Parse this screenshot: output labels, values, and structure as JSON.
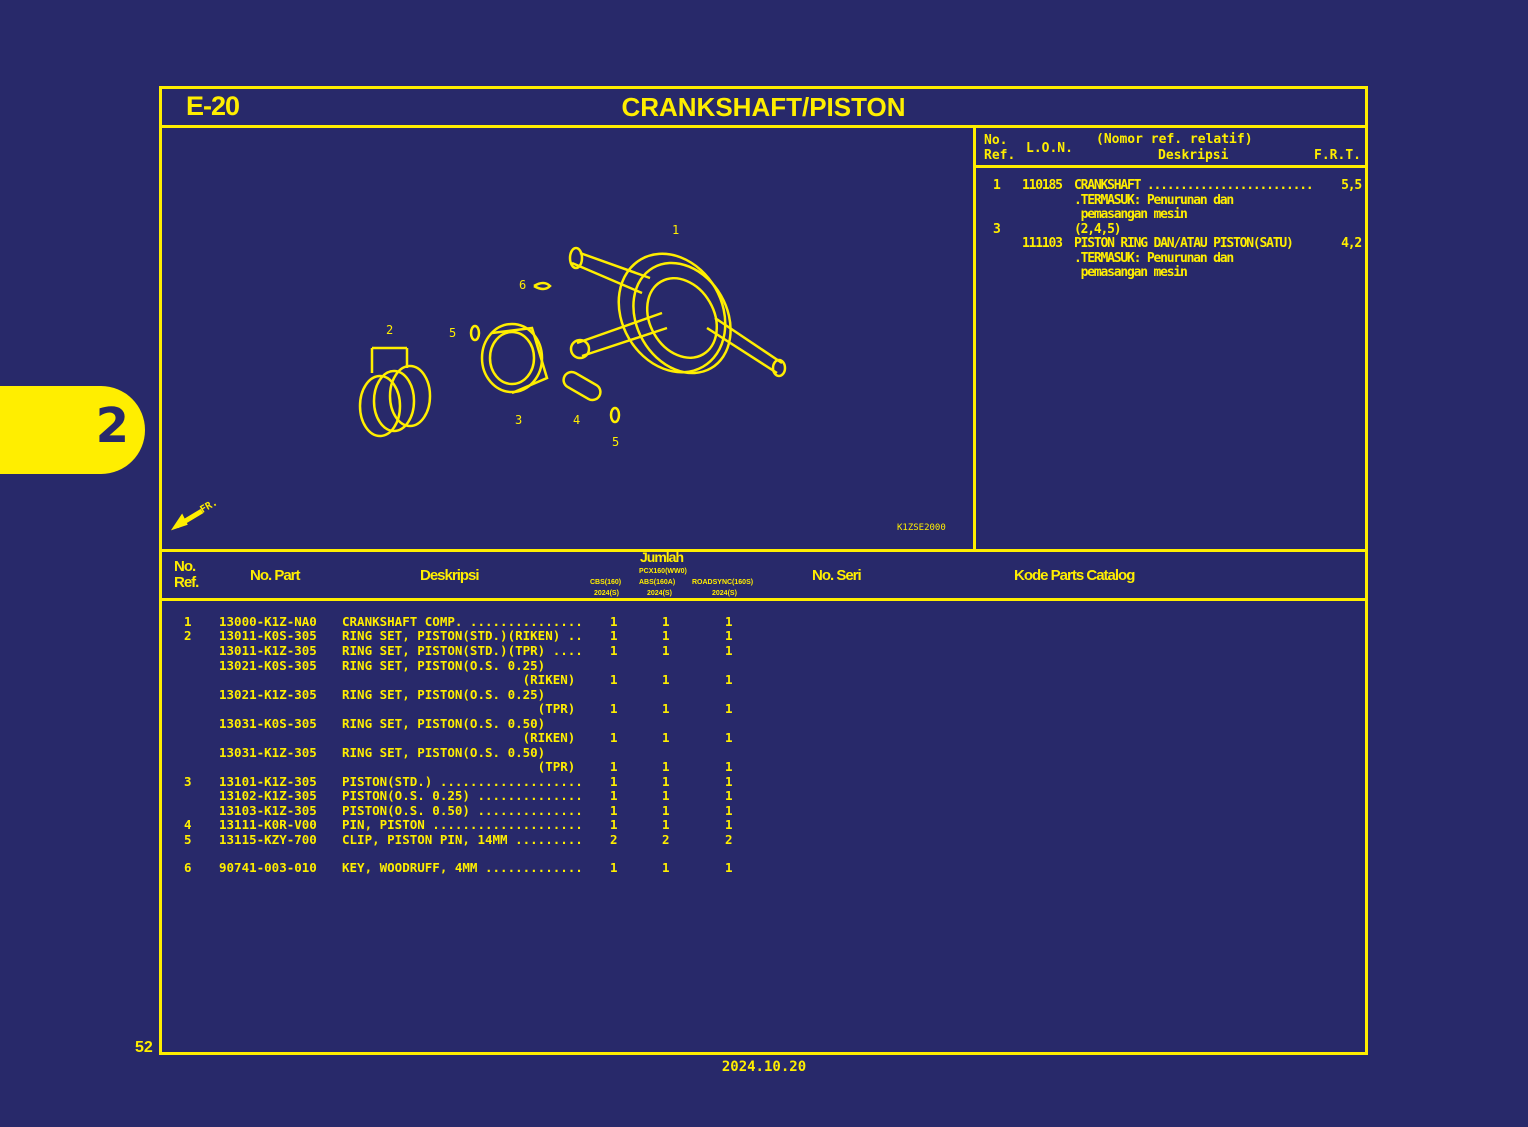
{
  "section": {
    "code": "E-20",
    "title": "CRANKSHAFT/PISTON",
    "tab": "2",
    "page": "52",
    "date": "2024.10.20"
  },
  "diagram": {
    "figure_code": "K1ZSE2000",
    "fr_label": "FR.",
    "callouts": [
      "1",
      "2",
      "3",
      "4",
      "5",
      "5",
      "6"
    ]
  },
  "frt": {
    "headers": {
      "ref": "No.\nRef.",
      "lon": "L.O.N.",
      "relative": "(Nomor ref. relatif)",
      "desc": "Deskripsi",
      "frt": "F.R.T."
    },
    "lines": [
      {
        "ref": "1",
        "lon": "110185",
        "desc": "CRANKSHAFT ......................... ",
        "frt": "5,5"
      },
      {
        "ref": "",
        "lon": "",
        "desc": ".TERMASUK: Penurunan dan",
        "frt": ""
      },
      {
        "ref": "",
        "lon": "",
        "desc": " pemasangan mesin",
        "frt": ""
      },
      {
        "ref": "3",
        "lon": "",
        "desc": "(2,4,5)",
        "frt": ""
      },
      {
        "ref": "",
        "lon": "111103",
        "desc": "PISTON RING DAN/ATAU PISTON(SATU)",
        "frt": "4,2"
      },
      {
        "ref": "",
        "lon": "",
        "desc": ".TERMASUK: Penurunan dan",
        "frt": ""
      },
      {
        "ref": "",
        "lon": "",
        "desc": " pemasangan mesin",
        "frt": ""
      }
    ]
  },
  "table": {
    "headers": {
      "ref": "No.\nRef.",
      "part": "No. Part",
      "desc": "Deskripsi",
      "qty": "Jumlah",
      "serial": "No. Seri",
      "catalog": "Kode Parts Catalog",
      "models": [
        {
          "top": "",
          "name": "CBS(160)",
          "year": "2024(S)"
        },
        {
          "top": "PCX160(WW0)",
          "name": "ABS(160A)",
          "year": "2024(S)"
        },
        {
          "top": "",
          "name": "ROADSYNC(160S)",
          "year": "2024(S)"
        }
      ]
    },
    "rows": [
      {
        "ref": "1",
        "part": "13000-K1Z-NA0",
        "desc": "CRANKSHAFT COMP. ...............",
        "q": [
          "1",
          "1",
          "1"
        ]
      },
      {
        "ref": "2",
        "part": "13011-K0S-305",
        "desc": "RING SET, PISTON(STD.)(RIKEN) ..",
        "q": [
          "1",
          "1",
          "1"
        ]
      },
      {
        "ref": "",
        "part": "13011-K1Z-305",
        "desc": "RING SET, PISTON(STD.)(TPR) ....",
        "q": [
          "1",
          "1",
          "1"
        ]
      },
      {
        "ref": "",
        "part": "13021-K0S-305",
        "desc": "RING SET, PISTON(O.S. 0.25)",
        "q": [
          "",
          "",
          ""
        ]
      },
      {
        "ref": "",
        "part": "",
        "desc": "                        (RIKEN)",
        "q": [
          "1",
          "1",
          "1"
        ]
      },
      {
        "ref": "",
        "part": "13021-K1Z-305",
        "desc": "RING SET, PISTON(O.S. 0.25)",
        "q": [
          "",
          "",
          ""
        ]
      },
      {
        "ref": "",
        "part": "",
        "desc": "                          (TPR)",
        "q": [
          "1",
          "1",
          "1"
        ]
      },
      {
        "ref": "",
        "part": "13031-K0S-305",
        "desc": "RING SET, PISTON(O.S. 0.50)",
        "q": [
          "",
          "",
          ""
        ]
      },
      {
        "ref": "",
        "part": "",
        "desc": "                        (RIKEN)",
        "q": [
          "1",
          "1",
          "1"
        ]
      },
      {
        "ref": "",
        "part": "13031-K1Z-305",
        "desc": "RING SET, PISTON(O.S. 0.50)",
        "q": [
          "",
          "",
          ""
        ]
      },
      {
        "ref": "",
        "part": "",
        "desc": "                          (TPR)",
        "q": [
          "1",
          "1",
          "1"
        ]
      },
      {
        "ref": "3",
        "part": "13101-K1Z-305",
        "desc": "PISTON(STD.) ...................",
        "q": [
          "1",
          "1",
          "1"
        ]
      },
      {
        "ref": "",
        "part": "13102-K1Z-305",
        "desc": "PISTON(O.S. 0.25) ..............",
        "q": [
          "1",
          "1",
          "1"
        ]
      },
      {
        "ref": "",
        "part": "13103-K1Z-305",
        "desc": "PISTON(O.S. 0.50) ..............",
        "q": [
          "1",
          "1",
          "1"
        ]
      },
      {
        "ref": "4",
        "part": "13111-K0R-V00",
        "desc": "PIN, PISTON ....................",
        "q": [
          "1",
          "1",
          "1"
        ]
      },
      {
        "ref": "5",
        "part": "13115-KZY-700",
        "desc": "CLIP, PISTON PIN, 14MM .........",
        "q": [
          "2",
          "2",
          "2"
        ]
      },
      {
        "ref": "6",
        "part": "90741-003-010",
        "desc": "KEY, WOODRUFF, 4MM .............",
        "q": [
          "1",
          "1",
          "1"
        ]
      }
    ]
  },
  "colors": {
    "background": "#28296a",
    "accent": "#ffee00"
  }
}
